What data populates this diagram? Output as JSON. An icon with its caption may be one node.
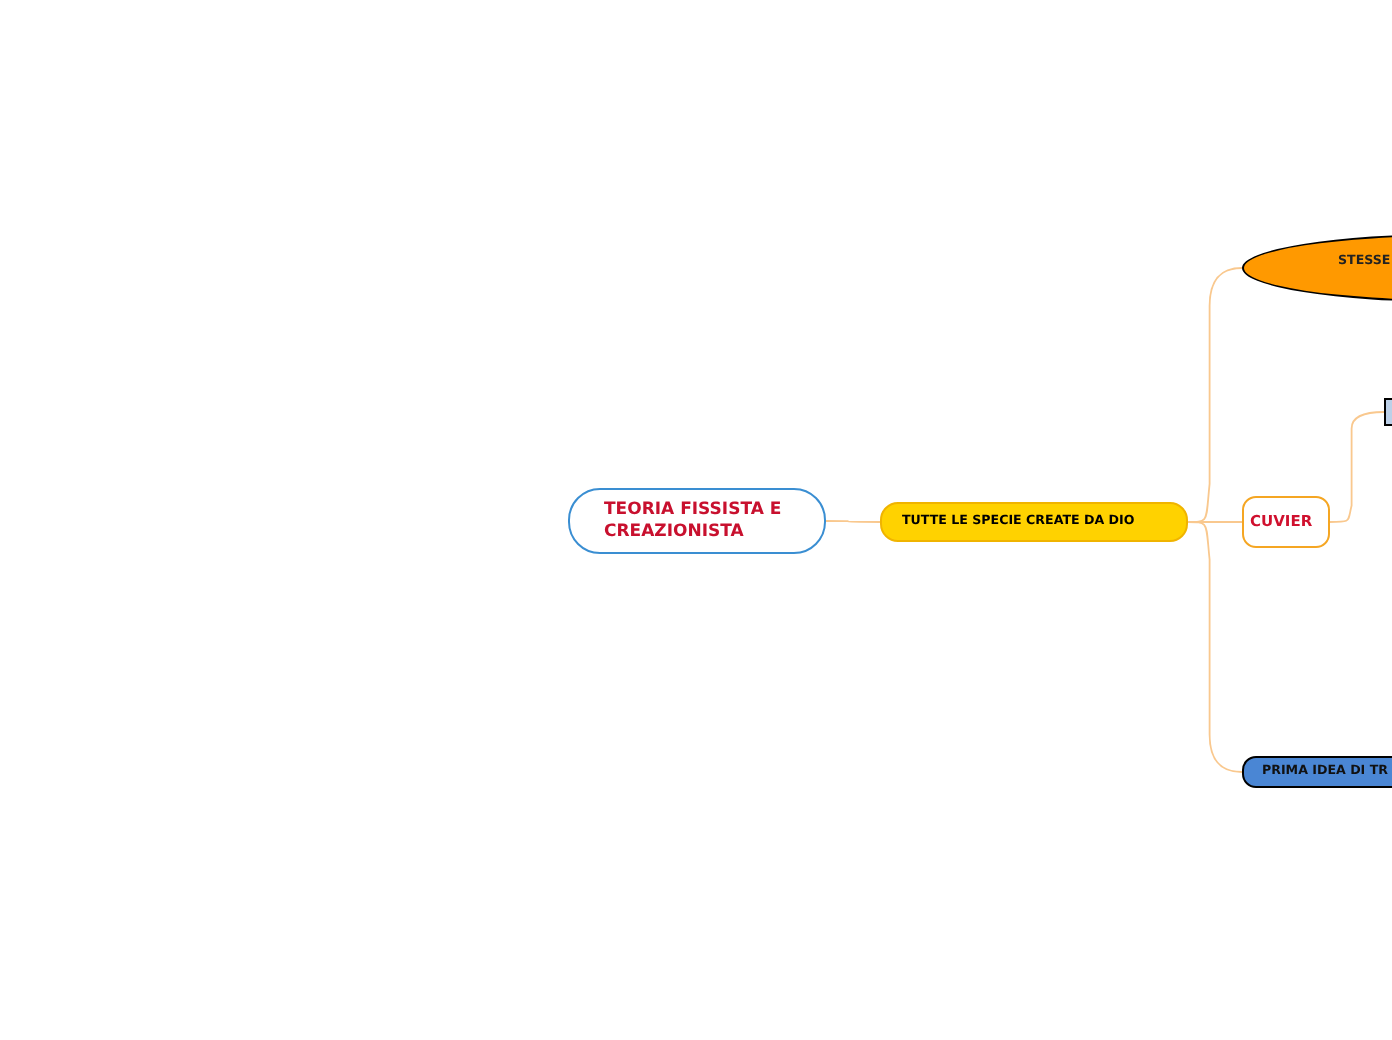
{
  "diagram": {
    "nodes": [
      {
        "text": [
          "TEORIA FISSISTA E CREAZIONISTA"
        ]
      },
      {
        "text": [
          "TUTTE LE SPECIE CREATE DA DIO"
        ]
      },
      {
        "text": [
          "STESSE"
        ]
      },
      {
        "text": [
          "CUVIER"
        ]
      },
      {
        "text": [],
        "shape": "box"
      },
      {
        "text": [
          "PRIMA IDEA DI TR"
        ]
      }
    ],
    "edges": [
      {
        "from": 0,
        "to": 1,
        "arrow": "none"
      },
      {
        "from": 1,
        "to": 2,
        "arrow": "none"
      },
      {
        "from": 1,
        "to": 3,
        "arrow": "none"
      },
      {
        "from": 3,
        "to": 4,
        "arrow": "none"
      },
      {
        "from": 1,
        "to": 5,
        "arrow": "none"
      }
    ]
  }
}
